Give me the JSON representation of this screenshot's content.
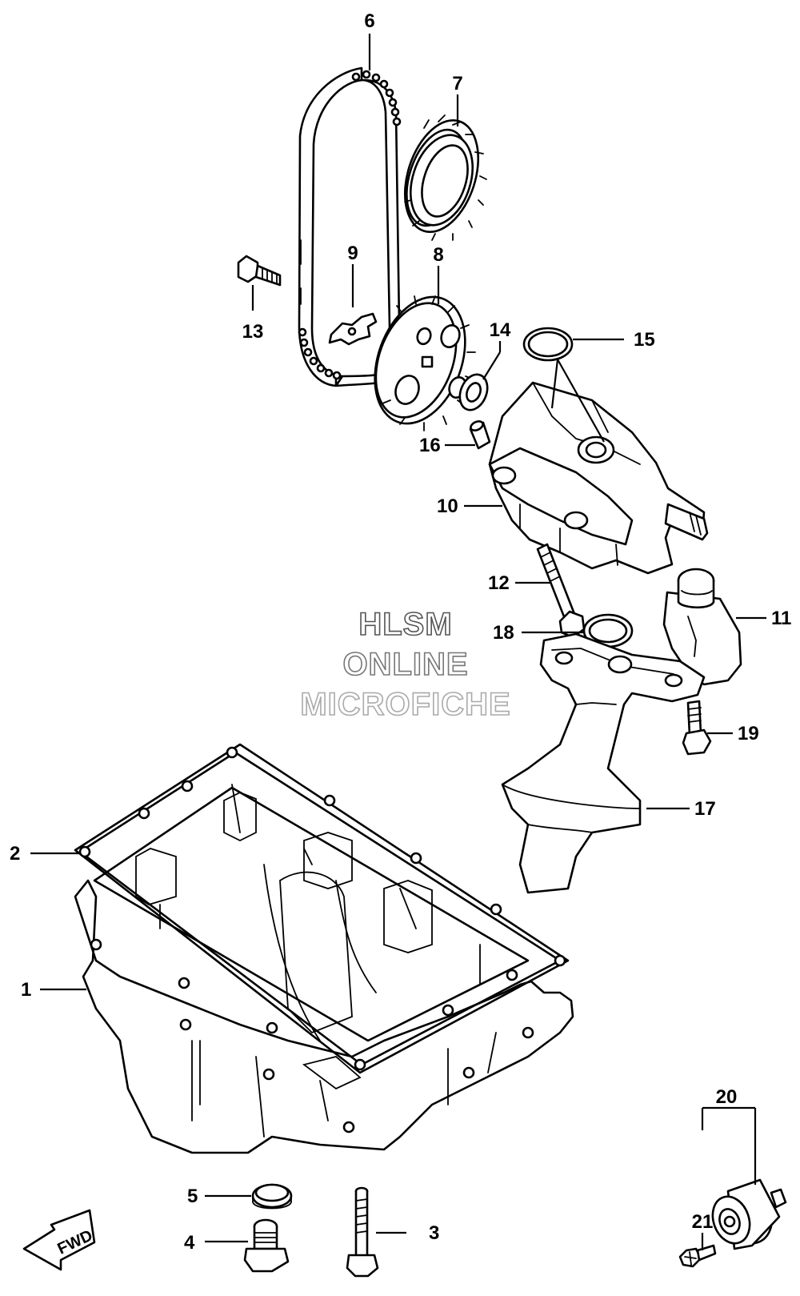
{
  "callouts": {
    "c1": "1",
    "c2": "2",
    "c3": "3",
    "c4": "4",
    "c5": "5",
    "c6": "6",
    "c7": "7",
    "c8": "8",
    "c9": "9",
    "c10": "10",
    "c11": "11",
    "c12": "12",
    "c13": "13",
    "c14": "14",
    "c15": "15",
    "c16": "16",
    "c17": "17",
    "c18": "18",
    "c19": "19",
    "c20": "20",
    "c21": "21"
  },
  "watermark": {
    "line1": "HLSM",
    "line2": "ONLINE",
    "line3": "MICROFICHE"
  },
  "fwd_label": "FWD",
  "colors": {
    "ink": "#000000",
    "paper": "#ffffff",
    "watermark1": "#555555",
    "watermark2": "#777777",
    "watermark3": "#aaaaaa"
  }
}
